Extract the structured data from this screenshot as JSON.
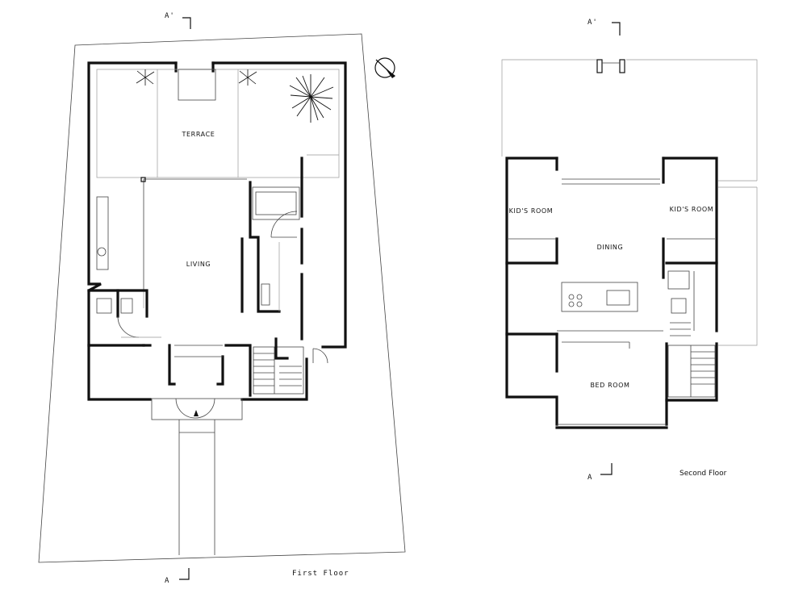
{
  "floors": {
    "first": {
      "title": "First Floor",
      "rooms": {
        "terrace": "TERRACE",
        "living": "LIVING"
      }
    },
    "second": {
      "title": "Second Floor",
      "rooms": {
        "kids_room_left": "KID'S ROOM",
        "kids_room_right": "KID'S ROOM",
        "dining": "DINING",
        "bedroom": "BED ROOM"
      }
    }
  },
  "section_marks": {
    "first_top": "A'",
    "first_bottom": "A",
    "second_top": "A'",
    "second_bottom": "A"
  }
}
